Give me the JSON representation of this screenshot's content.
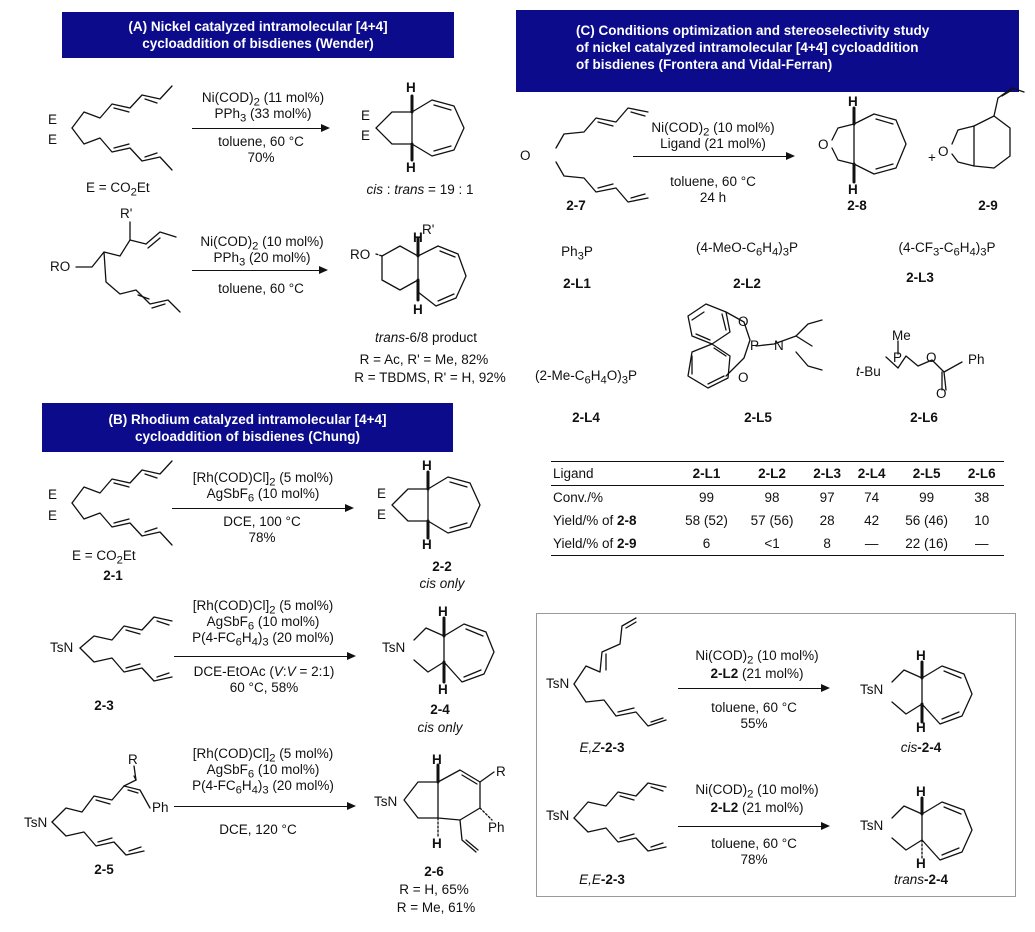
{
  "panels": {
    "A": {
      "title_line1": "(A)  Nickel catalyzed intramolecular [4+4]",
      "title_line2": "cycloaddition of bisdienes (Wender)"
    },
    "B": {
      "title_line1": "(B)  Rhodium catalyzed intramolecular [4+4]",
      "title_line2": "cycloaddition of bisdienes (Chung)"
    },
    "C": {
      "title_line1": "(C)  Conditions optimization and stereoselectivity study",
      "title_line2": "of  nickel catalyzed intramolecular [4+4] cycloaddition",
      "title_line3": "of bisdienes (Frontera and Vidal-Ferran)"
    }
  },
  "A1": {
    "cond_above_1": "Ni(COD)",
    "cond_above_1_sub": "2",
    "cond_above_1_tail": " (11 mol%)",
    "cond_above_2": "PPh",
    "cond_above_2_sub": "3",
    "cond_above_2_tail": " (33 mol%)",
    "cond_below_1": "toluene, 60 °C",
    "cond_below_2": "70%",
    "e_def": "E = CO",
    "e_def_sub": "2",
    "e_def_tail": "Et",
    "ratio_cis": "cis",
    "ratio_mid": " : ",
    "ratio_trans": "trans",
    "ratio_val": " = 19 : 1",
    "E": "E",
    "H": "H"
  },
  "A2": {
    "cond_above_1": "Ni(COD)",
    "cond_above_1_sub": "2",
    "cond_above_1_tail": " (10 mol%)",
    "cond_above_2": "PPh",
    "cond_above_2_sub": "3",
    "cond_above_2_tail": " (20 mol%)",
    "cond_below_1": "toluene, 60 °C",
    "product_label_it": "trans",
    "product_label": "-6/8 product",
    "result_1": "R = Ac, R' = Me, 82%",
    "result_2": "R = TBDMS, R' = H, 92%",
    "RO": "RO",
    "Rp": "R'",
    "H": "H"
  },
  "B1": {
    "cond_above_1": "[Rh(COD)Cl]",
    "cond_above_1_sub": "2",
    "cond_above_1_tail": " (5 mol%)",
    "cond_above_2": "AgSbF",
    "cond_above_2_sub": "6",
    "cond_above_2_tail": " (10 mol%)",
    "cond_below_1": "DCE, 100 °C",
    "cond_below_2": "78%",
    "e_def": "E = CO",
    "e_def_sub": "2",
    "e_def_tail": "Et",
    "sm_label": "2-1",
    "prod_label": "2-2",
    "note": "cis only",
    "E": "E",
    "H": "H"
  },
  "B2": {
    "cond_above_1": "[Rh(COD)Cl]",
    "cond_above_1_sub": "2",
    "cond_above_1_tail": " (5 mol%)",
    "cond_above_2": "AgSbF",
    "cond_above_2_sub": "6",
    "cond_above_2_tail": " (10 mol%)",
    "cond_above_3": "P(4-FC",
    "cond_above_3_sub1": "6",
    "cond_above_3_mid": "H",
    "cond_above_3_sub2": "4",
    "cond_above_3_tail": ")",
    "cond_above_3_sub3": "3",
    "cond_above_3_end": " (20 mol%)",
    "cond_below_1a": "DCE-EtOAc (",
    "cond_below_1_it": "V",
    ":": ":",
    "cond_below_1_it2": "V",
    "cond_below_1b": " = 2:1)",
    "cond_below_2": "60 °C, 58%",
    "sm_label": "2-3",
    "prod_label": "2-4",
    "note": "cis only",
    "TsN": "TsN",
    "H": "H"
  },
  "B3": {
    "cond_above_1": "[Rh(COD)Cl]",
    "cond_above_1_sub": "2",
    "cond_above_1_tail": " (5 mol%)",
    "cond_above_2": "AgSbF",
    "cond_above_2_sub": "6",
    "cond_above_2_tail": " (10 mol%)",
    "cond_above_3": "P(4-FC",
    "cond_above_3_sub1": "6",
    "cond_above_3_mid": "H",
    "cond_above_3_sub2": "4",
    "cond_above_3_tail": ")",
    "cond_above_3_sub3": "3",
    "cond_above_3_end": " (20 mol%)",
    "cond_below_1": "DCE, 120 °C",
    "sm_label": "2-5",
    "prod_label": "2-6",
    "result_1": "R = H, 65%",
    "result_2": "R = Me, 61%",
    "TsN": "TsN",
    "R": "R",
    "Ph": "Ph",
    "H": "H"
  },
  "C1": {
    "cond_above_1": "Ni(COD)",
    "cond_above_1_sub": "2",
    "cond_above_1_tail": " (10 mol%)",
    "cond_above_2": "Ligand (21 mol%)",
    "cond_below_1": "toluene, 60 °C",
    "cond_below_2": "24 h",
    "sm_label": "2-7",
    "prod_label": "2-8",
    "side_label": "2-9",
    "plus": "+",
    "O": "O",
    "H": "H"
  },
  "ligands": {
    "L1": {
      "formula": "Ph",
      "sub": "3",
      "tail": "P",
      "label": "2-L1"
    },
    "L2": {
      "formula": "(4-MeO-C",
      "sub1": "6",
      "mid": "H",
      "sub2": "4",
      "tail": ")",
      "sub3": "3",
      "end": "P",
      "label": "2-L2"
    },
    "L3": {
      "formula": "(4-CF",
      "sub0": "3",
      "pre": "-C",
      "sub1": "6",
      "mid": "H",
      "sub2": "4",
      "tail": ")",
      "sub3": "3",
      "end": "P",
      "label": "2-L3"
    },
    "L4": {
      "formula": "(2-Me-C",
      "sub1": "6",
      "mid": "H",
      "sub2": "4",
      "tail": "O)",
      "sub3": "3",
      "end": "P",
      "label": "2-L4"
    },
    "L5": {
      "label": "2-L5",
      "O": "O",
      "P": "P",
      "N": "N"
    },
    "L6": {
      "label": "2-L6",
      "Me": "Me",
      "P": "P",
      "tBu_it": "t",
      "tBu": "-Bu",
      "O": "O",
      "Ph": "Ph"
    }
  },
  "table": {
    "header": [
      "Ligand",
      "2-L1",
      "2-L2",
      "2-L3",
      "2-L4",
      "2-L5",
      "2-L6"
    ],
    "rows": [
      {
        "label": "Conv./%",
        "label_bold": "",
        "values": [
          "99",
          "98",
          "97",
          "74",
          "99",
          "38"
        ]
      },
      {
        "label": "Yield/% of ",
        "label_bold": "2-8",
        "values": [
          "58 (52)",
          "57 (56)",
          "28",
          "42",
          "56 (46)",
          "10"
        ]
      },
      {
        "label": "Yield/% of ",
        "label_bold": "2-9",
        "values": [
          "6",
          "<1",
          "8",
          "—",
          "22 (16)",
          "—"
        ]
      }
    ]
  },
  "C2": {
    "cond_above_1": "Ni(COD)",
    "cond_above_1_sub": "2",
    "cond_above_1_tail": " (10 mol%)",
    "cond_above_2_bold": "2-L2",
    "cond_above_2": " (21 mol%)",
    "cond_below_1": "toluene, 60 °C",
    "cond_below_2": "55%",
    "sm_label_it": "E,Z",
    "sm_label": "-2-3",
    "prod_label_it": "cis",
    "prod_label": "-2-4",
    "TsN": "TsN",
    "H": "H"
  },
  "C3": {
    "cond_above_1": "Ni(COD)",
    "cond_above_1_sub": "2",
    "cond_above_1_tail": " (10 mol%)",
    "cond_above_2_bold": "2-L2",
    "cond_above_2": " (21 mol%)",
    "cond_below_1": "toluene, 60 °C",
    "cond_below_2": "78%",
    "sm_label_it": "E,E",
    "sm_label": "-2-3",
    "prod_label_it": "trans",
    "prod_label": "-2-4",
    "TsN": "TsN",
    "H": "H"
  }
}
